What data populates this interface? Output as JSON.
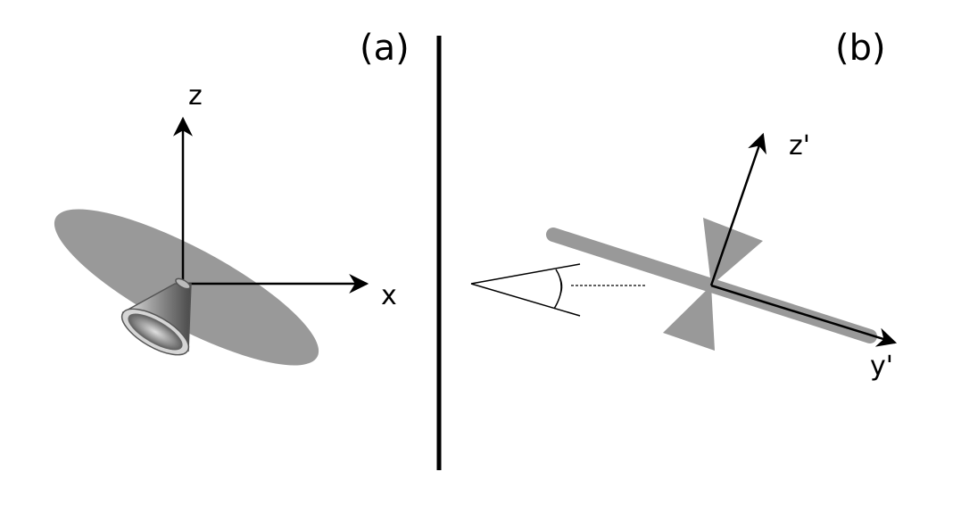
{
  "panel_a": {
    "label": "(a)",
    "axis_z": "z",
    "axis_x": "x"
  },
  "panel_b": {
    "label": "(b)",
    "axis_z": "z'",
    "axis_y": "y'"
  },
  "colors": {
    "disk": "#999999",
    "stroke": "#000000",
    "cone_light": "#eeeeee",
    "cone_dark": "#555555"
  }
}
